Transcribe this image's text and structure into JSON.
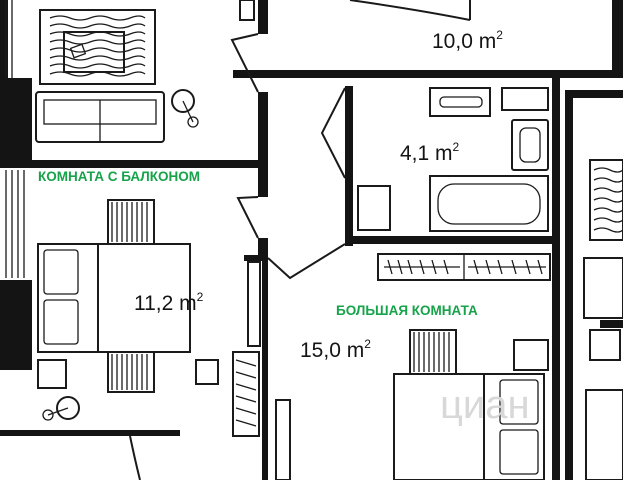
{
  "colors": {
    "label": "#16a34a",
    "wall": "#141414",
    "watermark": "#d8d8d8"
  },
  "rooms": [
    {
      "id": "top-room",
      "area": "10,0",
      "unit": "m",
      "unit_sup": "2"
    },
    {
      "id": "bathroom",
      "area": "4,1",
      "unit": "m",
      "unit_sup": "2"
    },
    {
      "id": "balcony-room",
      "label": "КОМНАТА С БАЛКОНОМ",
      "area": "11,2",
      "unit": "m",
      "unit_sup": "2"
    },
    {
      "id": "big-room",
      "label": "БОЛЬШАЯ КОМНАТА",
      "area": "15,0",
      "unit": "m",
      "unit_sup": "2"
    }
  ],
  "watermark": "циан"
}
